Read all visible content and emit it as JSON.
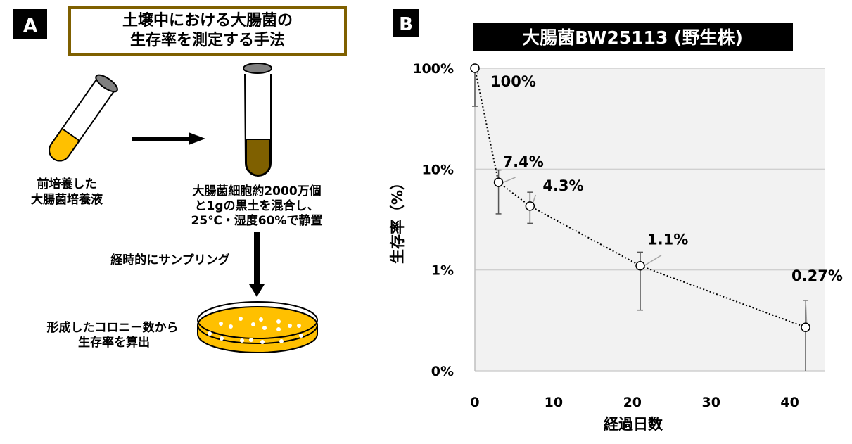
{
  "panel_a": {
    "label": "A",
    "title_line1": "土壌中における大腸菌の",
    "title_line2": "生存率を測定する手法",
    "step1_line1": "前培養した",
    "step1_line2": "大腸菌培養液",
    "step2_line1": "大腸菌細胞約2000万個",
    "step2_line2": "と1gの黒土を混合し、",
    "step2_line3": "25℃・湿度60%で静置",
    "sampling": "経時的にサンプリング",
    "step3_line1": "形成したコロニー数から",
    "step3_line2": "生存率を算出",
    "colors": {
      "title_border": "#7f6000",
      "culture": "#ffc000",
      "soil": "#7f6000"
    }
  },
  "panel_b": {
    "label": "B"
  },
  "chart_data": {
    "type": "scatter",
    "title": "大腸菌BW25113 (野生株)",
    "xlabel": "経過日数",
    "ylabel": "生存率（%）",
    "xlim": [
      0,
      44.5
    ],
    "ylim": [
      0.1,
      100
    ],
    "yscale": "log",
    "grid": true,
    "xticks": [
      0,
      10,
      20,
      30,
      40
    ],
    "xtick_labels": [
      "0",
      "10",
      "20",
      "30",
      "40"
    ],
    "yticks": [
      100,
      10,
      1,
      0.1
    ],
    "ytick_labels": [
      "100%",
      "10%",
      "1%",
      "0%"
    ],
    "points": [
      {
        "x": 0,
        "y": 100,
        "err_low": 42,
        "err_high": 100,
        "label": "100%"
      },
      {
        "x": 3,
        "y": 7.4,
        "err_low": 3.6,
        "err_high": 9.8,
        "label": "7.4%"
      },
      {
        "x": 7,
        "y": 4.3,
        "err_low": 2.9,
        "err_high": 5.9,
        "label": "4.3%"
      },
      {
        "x": 21,
        "y": 1.1,
        "err_low": 0.4,
        "err_high": 1.5,
        "label": "1.1%"
      },
      {
        "x": 42,
        "y": 0.27,
        "err_low": 0.1,
        "err_high": 0.5,
        "label": "0.27%"
      }
    ]
  }
}
